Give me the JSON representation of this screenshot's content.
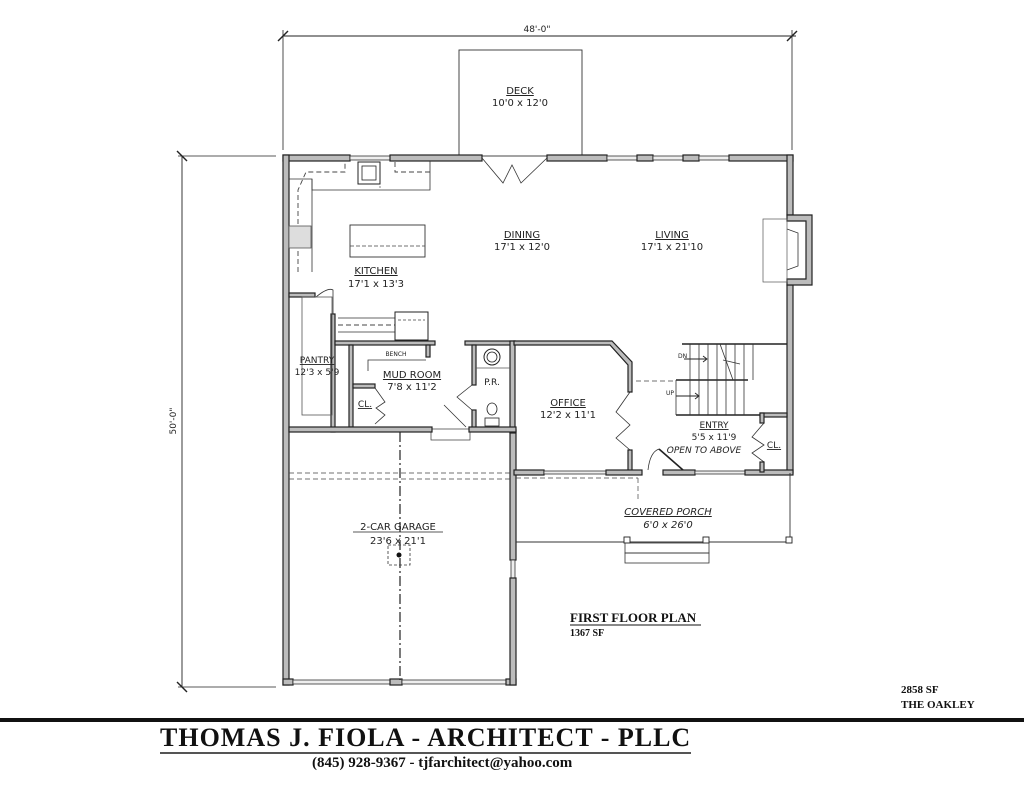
{
  "plan": {
    "title": "FIRST FLOOR PLAN",
    "area": "1367 SF"
  },
  "dimensions": {
    "overall_width": "48'-0\"",
    "overall_depth": "50'-0\""
  },
  "rooms": {
    "deck": {
      "name": "DECK",
      "size": "10'0 x 12'0"
    },
    "kitchen": {
      "name": "KITCHEN",
      "size": "17'1 x 13'3"
    },
    "dining": {
      "name": "DINING",
      "size": "17'1 x 12'0"
    },
    "living": {
      "name": "LIVING",
      "size": "17'1 x 21'10"
    },
    "pantry": {
      "name": "PANTRY",
      "size": "12'3 x 5'9"
    },
    "mud_room": {
      "name": "MUD ROOM",
      "size": "7'8 x 11'2"
    },
    "bench": {
      "name": "BENCH"
    },
    "closet_mud": {
      "name": "CL."
    },
    "powder_room": {
      "name": "P.R."
    },
    "office": {
      "name": "OFFICE",
      "size": "12'2 x 11'1"
    },
    "entry": {
      "name": "ENTRY",
      "size": "5'5 x 11'9",
      "note": "OPEN TO ABOVE"
    },
    "closet_entry": {
      "name": "CL."
    },
    "garage": {
      "name": "2-CAR GARAGE",
      "size": "23'6 x 21'1"
    },
    "porch": {
      "name": "COVERED PORCH",
      "size": "6'0 x 26'0"
    }
  },
  "stairs": {
    "down_label": "DN",
    "up_label": "UP"
  },
  "title_block": {
    "total_area": "2858 SF",
    "model_name": "THE OAKLEY",
    "firm_name": "THOMAS J. FIOLA - ARCHITECT - PLLC",
    "contact": "(845) 928-9367 - tjfarchitect@yahoo.com"
  }
}
